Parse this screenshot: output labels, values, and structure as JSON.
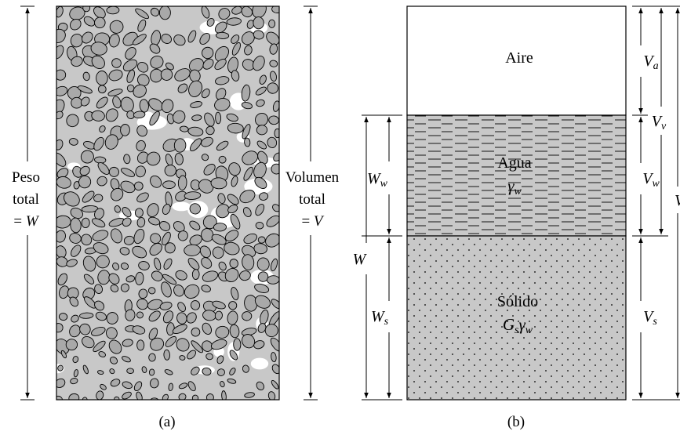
{
  "panel_a": {
    "caption": "(a)",
    "left": {
      "l1": "Peso",
      "l2": "total",
      "l3": "= ",
      "l3_var": "W"
    },
    "right": {
      "l1": "Volumen",
      "l2": "total",
      "l3": "= ",
      "l3_var": "V"
    }
  },
  "panel_b": {
    "caption": "(b)",
    "phases": {
      "air": {
        "label": "Aire"
      },
      "water": {
        "label": "Agua",
        "unit_weight": "γ",
        "unit_weight_sub": "w"
      },
      "solid": {
        "label": "Sólido",
        "g": "G",
        "g_sub": "s",
        "gamma": "γ",
        "gamma_sub": "w"
      }
    },
    "left_dims": {
      "Ww": {
        "base": "W",
        "sub": "w"
      },
      "W": {
        "base": "W"
      },
      "Ws": {
        "base": "W",
        "sub": "s"
      }
    },
    "right_dims": {
      "Va": {
        "base": "V",
        "sub": "a"
      },
      "Vv": {
        "base": "V",
        "sub": "v"
      },
      "Vw": {
        "base": "V",
        "sub": "w"
      },
      "Vs": {
        "base": "V",
        "sub": "s"
      },
      "V": {
        "base": "V"
      }
    }
  },
  "colors": {
    "fill": "#c8c8c8",
    "stone": "#a9a9a9",
    "line": "#000000"
  }
}
